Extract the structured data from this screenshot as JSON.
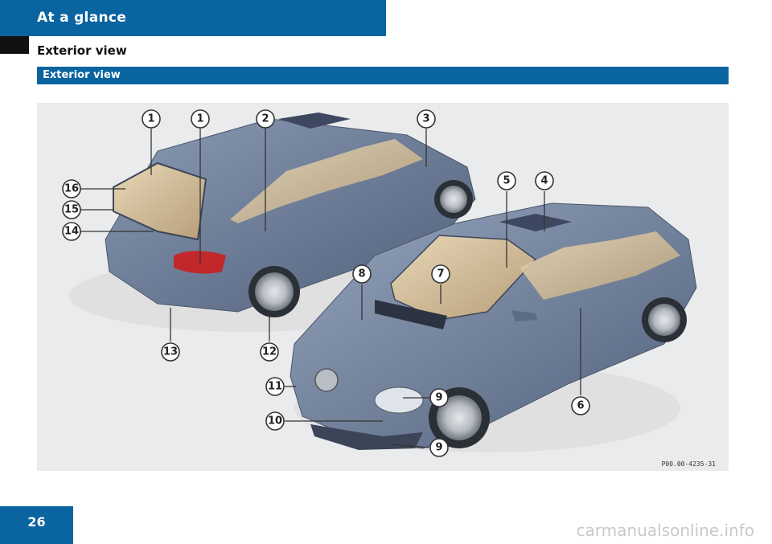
{
  "header": {
    "chapter": "At a glance",
    "section_title": "Exterior view"
  },
  "bar_title": "Exterior view",
  "figure": {
    "reference": "P00.00-4235-31",
    "callouts": [
      {
        "n": "1"
      },
      {
        "n": "1"
      },
      {
        "n": "2"
      },
      {
        "n": "3"
      },
      {
        "n": "16"
      },
      {
        "n": "15"
      },
      {
        "n": "14"
      },
      {
        "n": "13"
      },
      {
        "n": "12"
      },
      {
        "n": "5"
      },
      {
        "n": "4"
      },
      {
        "n": "8"
      },
      {
        "n": "7"
      },
      {
        "n": "11"
      },
      {
        "n": "10"
      },
      {
        "n": "9"
      },
      {
        "n": "9"
      },
      {
        "n": "6"
      }
    ]
  },
  "footer": {
    "page_number": "26",
    "watermark": "carmanualsonline.info"
  }
}
